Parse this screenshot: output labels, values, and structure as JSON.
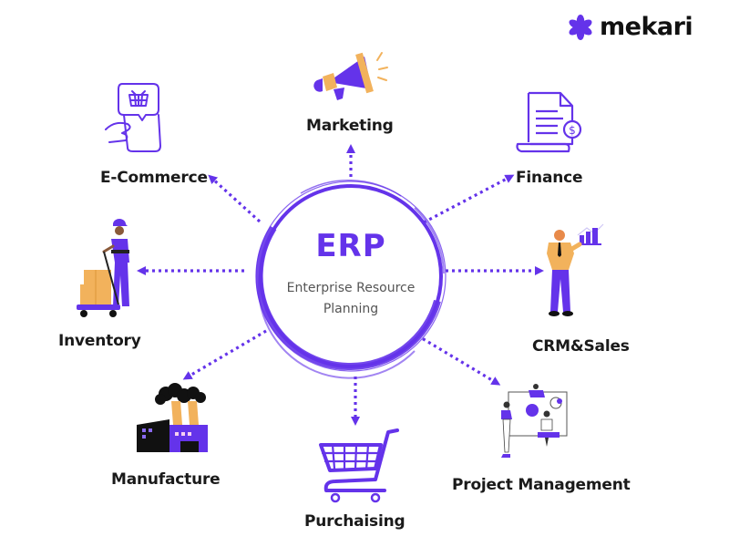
{
  "brand": {
    "name": "mekari",
    "icon": "asterisk-star-icon",
    "color": "#6433ea"
  },
  "hub": {
    "title": "ERP",
    "subtitle_line1": "Enterprise Resource",
    "subtitle_line2": "Planning"
  },
  "colors": {
    "accent": "#6433ea",
    "orange": "#f2b25c",
    "text": "#1a1a1a",
    "subtext": "#555555"
  },
  "modules": [
    {
      "label": "Marketing",
      "icon": "megaphone-icon",
      "arrow": "up"
    },
    {
      "label": "Finance",
      "icon": "invoice-document-icon",
      "arrow": "up-right"
    },
    {
      "label": "CRM&Sales",
      "icon": "sales-person-chart-icon",
      "arrow": "right"
    },
    {
      "label": "Project Management",
      "icon": "team-whiteboard-icon",
      "arrow": "down-right"
    },
    {
      "label": "Purchaising",
      "icon": "shopping-cart-icon",
      "arrow": "down"
    },
    {
      "label": "Manufacture",
      "icon": "factory-icon",
      "arrow": "down-left"
    },
    {
      "label": "Inventory",
      "icon": "warehouse-worker-trolley-icon",
      "arrow": "left"
    },
    {
      "label": "E-Commerce",
      "icon": "phone-basket-icon",
      "arrow": "up-left"
    }
  ]
}
